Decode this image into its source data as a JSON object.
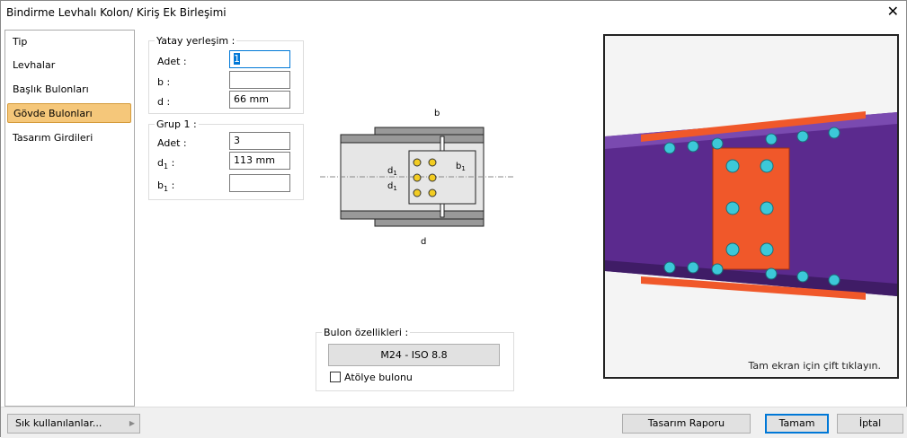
{
  "window": {
    "title": "Bindirme Levhalı Kolon/ Kiriş Ek Birleşimi",
    "close_icon": "close-icon"
  },
  "sidebar": {
    "items": [
      {
        "label": "Tip"
      },
      {
        "label": "Levhalar"
      },
      {
        "label": "Başlık Bulonları"
      },
      {
        "label": "Gövde Bulonları",
        "active": true
      },
      {
        "label": "Tasarım Girdileri"
      }
    ]
  },
  "yatay": {
    "legend": "Yatay yerleşim :",
    "adet_label": "Adet :",
    "adet_value": "1",
    "b_label": "b :",
    "b_value": "",
    "d_label": "d :",
    "d_value": "66 mm"
  },
  "grup1": {
    "legend": "Grup 1 :",
    "adet_label": "Adet :",
    "adet_value": "3",
    "d1_label": "d",
    "d1_sub": "1",
    "d1_value": "113 mm",
    "b1_label": "b",
    "b1_sub": "1",
    "b1_value": ""
  },
  "diagram": {
    "b": "b",
    "d": "d",
    "d1": "d",
    "b1": "b",
    "sub": "1"
  },
  "bolt": {
    "legend": "Bulon özellikleri :",
    "button": "M24 - ISO 8.8",
    "shop_label": "Atölye bulonu",
    "shop_checked": false
  },
  "preview": {
    "hint": "Tam ekran için çift tıklayın."
  },
  "footer": {
    "favorites": "Sık kullanılanlar...",
    "report": "Tasarım Raporu",
    "ok": "Tamam",
    "cancel": "İptal"
  },
  "colors": {
    "accent": "#0078d7",
    "active_item": "#f5c77a",
    "beam": "#5b2a8e",
    "plate": "#f0582a",
    "bolt": "#3cc8d8"
  }
}
